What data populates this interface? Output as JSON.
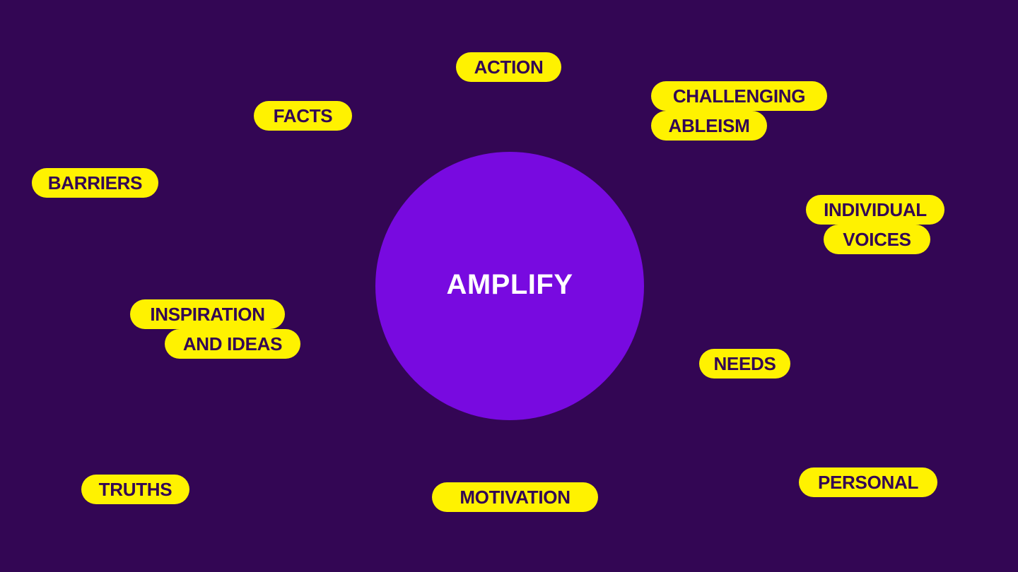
{
  "diagram": {
    "center": {
      "label": "AMPLIFY"
    },
    "pills": {
      "action": "ACTION",
      "facts": "FACTS",
      "challenging": "CHALLENGING",
      "ableism": "ABLEISM",
      "barriers": "BARRIERS",
      "individual": "INDIVIDUAL",
      "voices": "VOICES",
      "inspiration": "INSPIRATION",
      "and_ideas": "AND IDEAS",
      "needs": "NEEDS",
      "truths": "TRUTHS",
      "motivation": "MOTIVATION",
      "personal": "PERSONAL"
    },
    "colors": {
      "background": "#330654",
      "center_circle": "#780ae0",
      "pill_fill": "#fff200",
      "pill_text": "#330654",
      "center_text": "#ffffff"
    }
  }
}
